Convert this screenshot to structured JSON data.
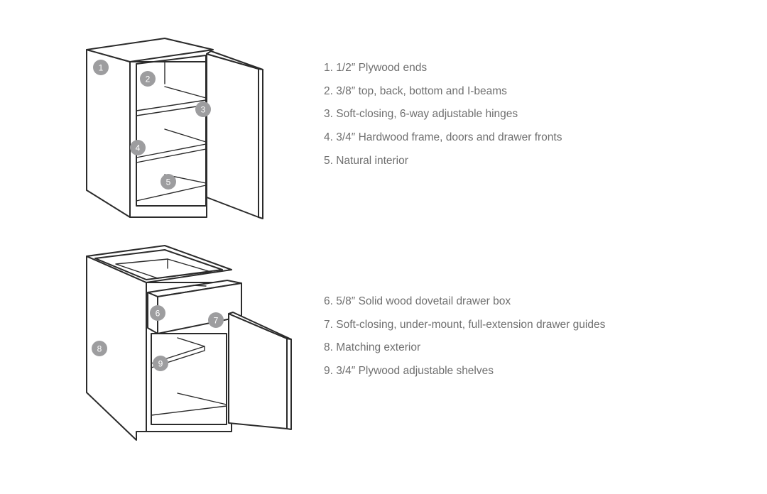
{
  "top_cabinet": {
    "features": [
      {
        "label": "1. 1/2″ Plywood ends"
      },
      {
        "label": "2. 3/8″ top, back, bottom and I-beams"
      },
      {
        "label": "3. Soft-closing, 6-way adjustable hinges"
      },
      {
        "label": "4. 3/4″ Hardwood frame, doors and drawer fronts"
      },
      {
        "label": "5. Natural interior"
      }
    ],
    "badges": [
      "1",
      "2",
      "3",
      "4",
      "5"
    ]
  },
  "bottom_cabinet": {
    "features": [
      {
        "label": "6. 5/8″ Solid wood dovetail drawer box"
      },
      {
        "label": "7. Soft-closing, under-mount, full-extension drawer guides"
      },
      {
        "label": "8. Matching exterior"
      },
      {
        "label": "9. 3/4″ Plywood adjustable shelves"
      }
    ],
    "badges": [
      "6",
      "7",
      "8",
      "9"
    ]
  },
  "colors": {
    "line": "#2b2b2b",
    "badge": "#9d9d9f",
    "text": "#6f6f6f"
  }
}
